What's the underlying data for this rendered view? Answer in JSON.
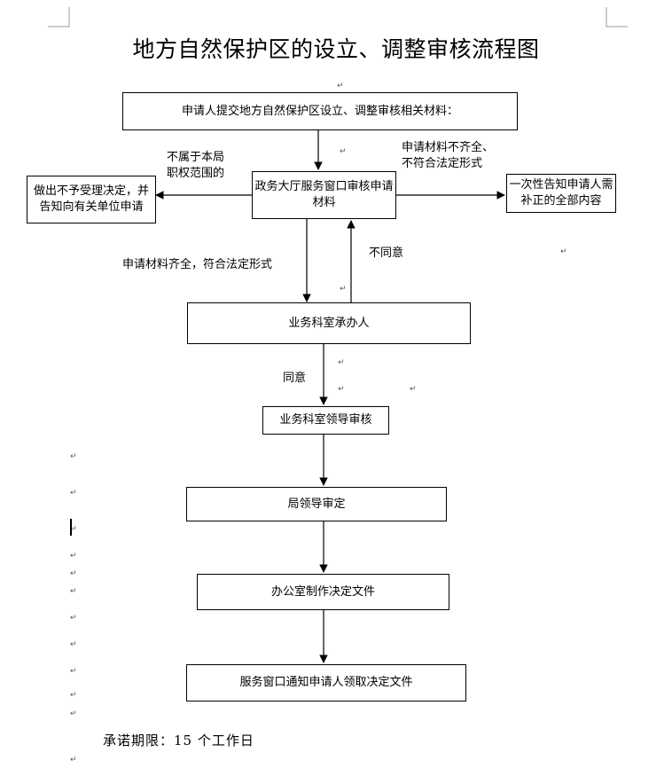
{
  "title": "地方自然保护区的设立、调整审核流程图",
  "nodes": {
    "submit": "申请人提交地方自然保护区设立、调整审核相关材料：",
    "window_review": "政务大厅服务窗口审核申请材料",
    "reject": "做出不予受理决定，并告知向有关单位申请",
    "notify_once": "一次性告知申请人需补正的全部内容",
    "officer": "业务科室承办人",
    "dept_leader": "业务科室领导审核",
    "bureau_leader": "局领导审定",
    "office_doc": "办公室制作决定文件",
    "notify_pickup": "服务窗口通知申请人领取决定文件"
  },
  "edge_labels": {
    "not_in_scope_1": "不属于本局",
    "not_in_scope_2": "职权范围的",
    "incomplete_1": "申请材料不齐全、",
    "incomplete_2": "不符合法定形式",
    "complete": "申请材料齐全，符合法定形式",
    "disagree": "不同意",
    "agree": "同意"
  },
  "footer": {
    "promise": "承诺期限：15 个工作日"
  },
  "para_mark": "↵"
}
